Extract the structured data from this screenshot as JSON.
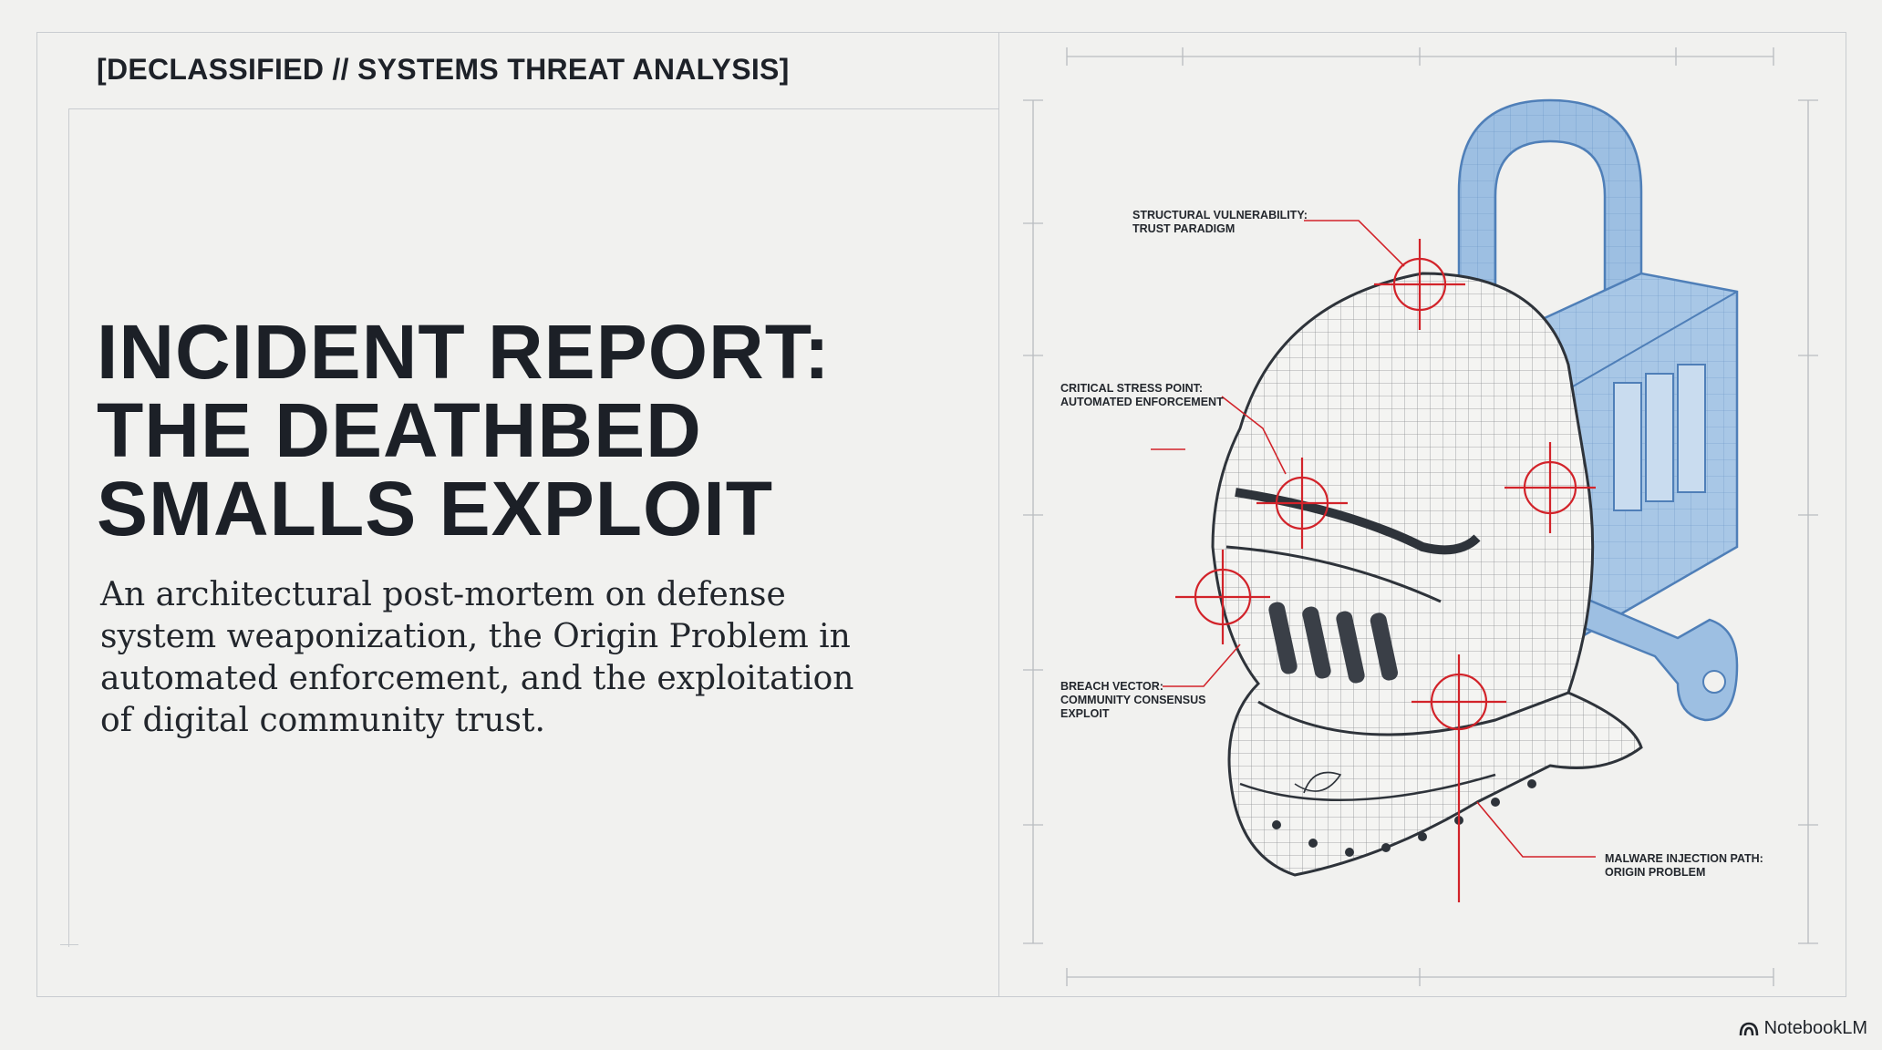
{
  "header": {
    "kicker": "[DECLASSIFIED // SYSTEMS THREAT ANALYSIS]"
  },
  "main": {
    "title_lines": [
      "INCIDENT REPORT:",
      "THE DEATHBED",
      "SMALLS EXPLOIT"
    ],
    "subtitle_lines": [
      "An architectural post-mortem on defense",
      "system weaponization, the Origin Problem in",
      "automated enforcement, and the exploitation",
      "of digital community trust."
    ]
  },
  "illustration": {
    "callouts": [
      {
        "line1": "STRUCTURAL VULNERABILITY:",
        "line2": "TRUST PARADIGM",
        "line3": ""
      },
      {
        "line1": "CRITICAL STRESS POINT:",
        "line2": "AUTOMATED ENFORCEMENT",
        "line3": ""
      },
      {
        "line1": "BREACH VECTOR:",
        "line2": "COMMUNITY CONSENSUS",
        "line3": "EXPLOIT"
      },
      {
        "line1": "MALWARE INJECTION PATH:",
        "line2": "ORIGIN PROBLEM",
        "line3": ""
      }
    ],
    "colors": {
      "lock_blue": "#9dbfe2",
      "lock_stroke": "#4f7fb8",
      "reticle_red": "#d2232a",
      "wireframe": "#3a3f47"
    }
  },
  "footer": {
    "brand": "NotebookLM",
    "brand_icon": "notebooklm-logo-icon"
  }
}
